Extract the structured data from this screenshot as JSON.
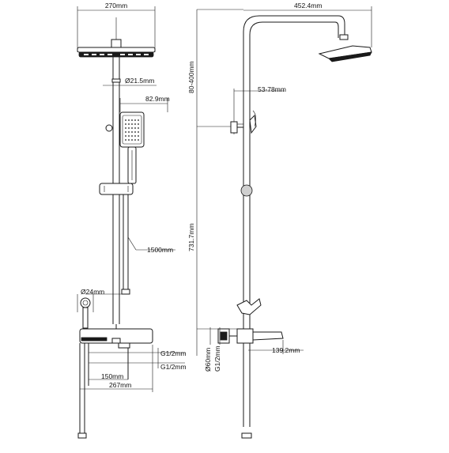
{
  "dimensions": {
    "head_width": "270mm",
    "head_reach": "452.4mm",
    "pipe_diameter": "Ø21.5mm",
    "handset_width": "82.9mm",
    "adjust_range": "53-78mm",
    "vertical_upper": "80-400mm",
    "hose_length": "1500mm",
    "vertical_main": "731.7mm",
    "hand_diameter": "Ø24mm",
    "inlet_thread_1": "G1/2mm",
    "inlet_thread_2": "G1/2mm",
    "inlet_centers": "150mm",
    "valve_length": "267mm",
    "spout_reach": "139.2mm",
    "escutcheon_diameter": "Ø60mm",
    "side_thread": "G1/2mm"
  }
}
